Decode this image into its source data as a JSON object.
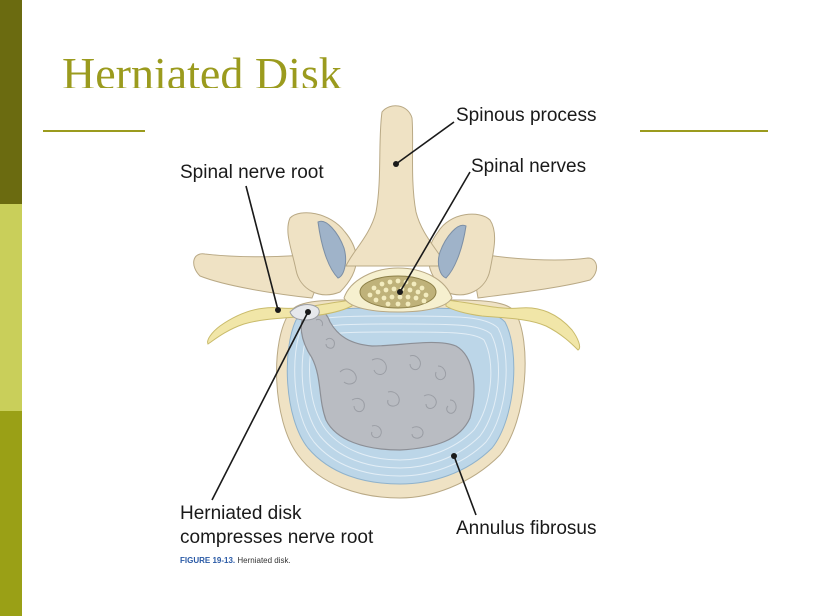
{
  "slide": {
    "title": "Herniated Disk"
  },
  "labels": {
    "spinous_process": "Spinous process",
    "spinal_nerves": "Spinal nerves",
    "spinal_nerve_root": "Spinal nerve root",
    "herniated_line1": "Herniated disk",
    "herniated_line2": "compresses nerve root",
    "annulus_fibrosus": "Annulus fibrosus"
  },
  "caption": {
    "figure": "FIGURE 19-13.",
    "text": "Herniated disk."
  },
  "colors": {
    "sidebar_dark": "#6b6b10",
    "sidebar_light": "#c9cf5a",
    "sidebar_mid": "#9aa016",
    "title": "#9b9b1e",
    "bone": "#efe2c4",
    "annulus": "#bcd6e8",
    "nucleus": "#b9bcc2",
    "nerve": "#f1e6a8"
  }
}
